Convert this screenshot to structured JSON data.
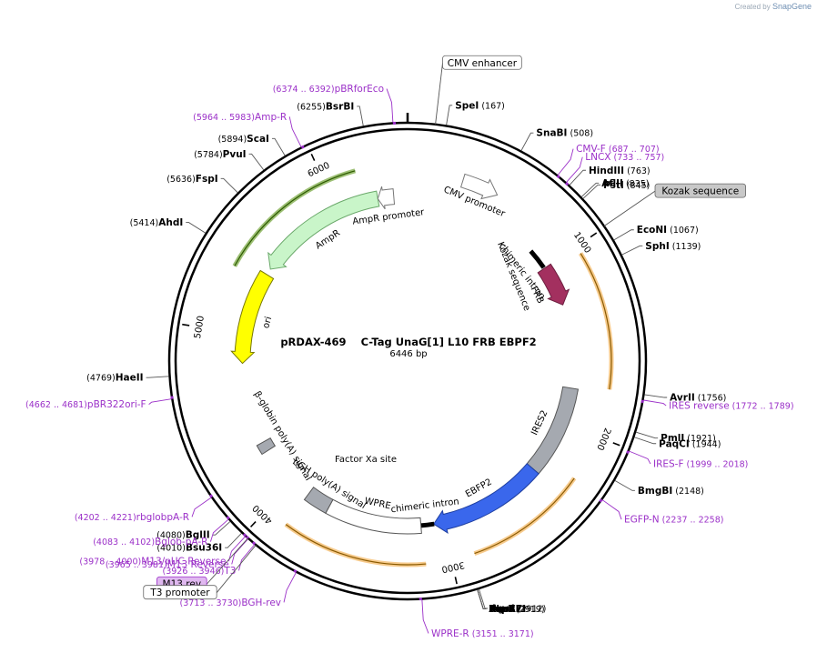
{
  "credit": {
    "prefix": "Created by",
    "brand": "SnapGene"
  },
  "title": "pRDAX-469    C-Tag UnaG[1] L10 FRB EBPF2",
  "length": "6446 bp",
  "total_bp": 6446,
  "ticks": [
    1000,
    2000,
    3000,
    4000,
    5000,
    6000
  ],
  "colors": {
    "enzyme": "#000000",
    "primer": "#9b30c8",
    "outline": "#000000"
  },
  "features": [
    {
      "id": "cmv-promoter",
      "name": "CMV promoter",
      "start": 305,
      "end": 508,
      "dir": 1,
      "fill": "#ffffff",
      "stroke": "#777777",
      "track": 1
    },
    {
      "id": "chimeric-intron-1",
      "name": "chimeric intron",
      "start": 866,
      "end": 992,
      "dir": 0,
      "fill": "#000000",
      "stroke": "#000000",
      "track": 2,
      "thin": true
    },
    {
      "id": "frb",
      "name": "FRB",
      "start": 1000,
      "end": 1255,
      "dir": 1,
      "fill": "#a3305f",
      "stroke": "#6d1e3f",
      "track": 2
    },
    {
      "id": "ires2",
      "name": "IRES2",
      "start": 1780,
      "end": 2340,
      "dir": 0,
      "fill": "#a5a9b0",
      "stroke": "#555555",
      "track": 2
    },
    {
      "id": "ebfp2",
      "name": "EBFP2",
      "start": 2340,
      "end": 3060,
      "dir": 1,
      "fill": "#3a67ec",
      "stroke": "#1f3fa0",
      "track": 2
    },
    {
      "id": "chimeric-intron-2",
      "name": "chimeric intron",
      "start": 3060,
      "end": 3140,
      "dir": 0,
      "fill": "#000000",
      "stroke": "#000000",
      "track": 2,
      "thin": true
    },
    {
      "id": "wpre",
      "name": "WPRE",
      "start": 3140,
      "end": 3730,
      "dir": 0,
      "fill": "#ffffff",
      "stroke": "#555555",
      "track": 2
    },
    {
      "id": "bgh-polya",
      "name": "bGH poly(A) signal",
      "start": 3730,
      "end": 3880,
      "dir": 0,
      "fill": "#a5a9b0",
      "stroke": "#555555",
      "track": 2
    },
    {
      "id": "beta-globin-polya",
      "name": "β-globin poly(A) signal",
      "start": 4250,
      "end": 4310,
      "dir": 0,
      "fill": "#a5a9b0",
      "stroke": "#555555",
      "track": 2
    },
    {
      "id": "ori",
      "name": "ori",
      "start": 4820,
      "end": 5400,
      "dir": -1,
      "fill": "#ffff00",
      "stroke": "#777700",
      "track": 2
    },
    {
      "id": "ampr",
      "name": "AmpR",
      "start": 5440,
      "end": 6260,
      "dir": -1,
      "fill": "#c9f5c9",
      "stroke": "#6aa86a",
      "track": 2
    },
    {
      "id": "ampr-promoter",
      "name": "AmpR promoter",
      "start": 6260,
      "end": 6360,
      "dir": -1,
      "fill": "#ffffff",
      "stroke": "#777777",
      "track": 2
    },
    {
      "id": "lac-outer-1",
      "name": "",
      "start": 1040,
      "end": 1755,
      "dir": 1,
      "fill": "#ffffff",
      "stroke": "#f0a030",
      "track": 0,
      "orf": true
    },
    {
      "id": "lac-outer-2",
      "name": "",
      "start": 2240,
      "end": 2880,
      "dir": -1,
      "fill": "#ffffff",
      "stroke": "#f0a030",
      "track": 0,
      "orf": true
    },
    {
      "id": "lac-outer-3",
      "name": "",
      "start": 3130,
      "end": 3880,
      "dir": -1,
      "fill": "#ffffff",
      "stroke": "#f0a030",
      "track": 0,
      "orf": true
    },
    {
      "id": "lac-outer-4",
      "name": "",
      "start": 5350,
      "end": 6170,
      "dir": -1,
      "fill": "#ffffff",
      "stroke": "#4a8a00",
      "track": 0,
      "orf": true,
      "inner": true
    }
  ],
  "inner_feature_labels": [
    {
      "text": "Factor Xa site"
    },
    {
      "text": "Kozak sequence"
    }
  ],
  "enzymes": [
    {
      "name": "SpeI",
      "pos": "(167)",
      "bp": 167
    },
    {
      "name": "SnaBI",
      "pos": "(508)",
      "bp": 508
    },
    {
      "name": "HindIII",
      "pos": "(763)",
      "bp": 763
    },
    {
      "name": "AflII",
      "pos": "(835)",
      "bp": 835
    },
    {
      "name": "PstI",
      "pos": "(845)",
      "bp": 845
    },
    {
      "name": "EcoNI",
      "pos": "(1067)",
      "bp": 1067
    },
    {
      "name": "SphI",
      "pos": "(1139)",
      "bp": 1139
    },
    {
      "name": "AvrII",
      "pos": "(1756)",
      "bp": 1756
    },
    {
      "name": "PmlI",
      "pos": "(1921)",
      "bp": 1921
    },
    {
      "name": "PaqCI",
      "pos": "(1944)",
      "bp": 1944
    },
    {
      "name": "BmgBI",
      "pos": "(2148)",
      "bp": 2148
    },
    {
      "name": "AgeI",
      "pos": "(2912)",
      "bp": 2912
    },
    {
      "name": "AvaI",
      "pos": "",
      "bp": 2919
    },
    {
      "name": "BsoBI",
      "pos": "",
      "bp": 2919
    },
    {
      "name": "PaeR7I",
      "pos": "",
      "bp": 2919
    },
    {
      "name": "PspXI",
      "pos": "",
      "bp": 2919
    },
    {
      "name": "XhoI",
      "pos": "(2919)",
      "bp": 2919
    },
    {
      "name": "BglII",
      "pos": "(4080)",
      "bp": 4080
    },
    {
      "name": "Bsu36I",
      "pos": "(4010)",
      "bp": 4010
    },
    {
      "name": "HaeII",
      "pos": "(4769)",
      "bp": 4769
    },
    {
      "name": "AhdI",
      "pos": "(5414)",
      "bp": 5414
    },
    {
      "name": "FspI",
      "pos": "(5636)",
      "bp": 5636
    },
    {
      "name": "PvuI",
      "pos": "(5784)",
      "bp": 5784
    },
    {
      "name": "ScaI",
      "pos": "(5894)",
      "bp": 5894
    },
    {
      "name": "BsrBI",
      "pos": "(6255)",
      "bp": 6255
    }
  ],
  "primers": [
    {
      "name": "pBRforEco",
      "pos": "(6374 .. 6392)",
      "bp": 6383
    },
    {
      "name": "Amp-R",
      "pos": "(5964 .. 5983)",
      "bp": 5973
    },
    {
      "name": "CMV-F",
      "pos": "(687 .. 707)",
      "bp": 697
    },
    {
      "name": "LNCX",
      "pos": "(733 .. 757)",
      "bp": 745
    },
    {
      "name": "IRES reverse",
      "pos": "(1772 .. 1789)",
      "bp": 1780
    },
    {
      "name": "IRES-F",
      "pos": "(1999 .. 2018)",
      "bp": 2008
    },
    {
      "name": "EGFP-N",
      "pos": "(2237 .. 2258)",
      "bp": 2247
    },
    {
      "name": "WPRE-R",
      "pos": "(3151 .. 3171)",
      "bp": 3161
    },
    {
      "name": "BGH-rev",
      "pos": "(3713 .. 3730)",
      "bp": 3721
    },
    {
      "name": "T3",
      "pos": "(3926 .. 3946)",
      "bp": 3936
    },
    {
      "name": "M13 Reverse",
      "pos": "(3965 .. 3981)",
      "bp": 3973
    },
    {
      "name": "M13/pUC Reverse",
      "pos": "(3978 .. 4000)",
      "bp": 3989
    },
    {
      "name": "Bglob-pA-R",
      "pos": "(4083 .. 4102)",
      "bp": 4092
    },
    {
      "name": "rbglobpA-R",
      "pos": "(4202 .. 4221)",
      "bp": 4211
    },
    {
      "name": "pBR322ori-F",
      "pos": "(4662 .. 4681)",
      "bp": 4671
    }
  ],
  "boxed_labels": [
    {
      "text": "CMV enhancer",
      "bp": 120,
      "style": "plain"
    },
    {
      "text": "Kozak sequence",
      "bp": 994,
      "style": "gray"
    },
    {
      "text": "M13 rev",
      "bp": 3975,
      "style": "purple"
    },
    {
      "text": "T3 promoter",
      "bp": 3930,
      "style": "plain"
    }
  ]
}
